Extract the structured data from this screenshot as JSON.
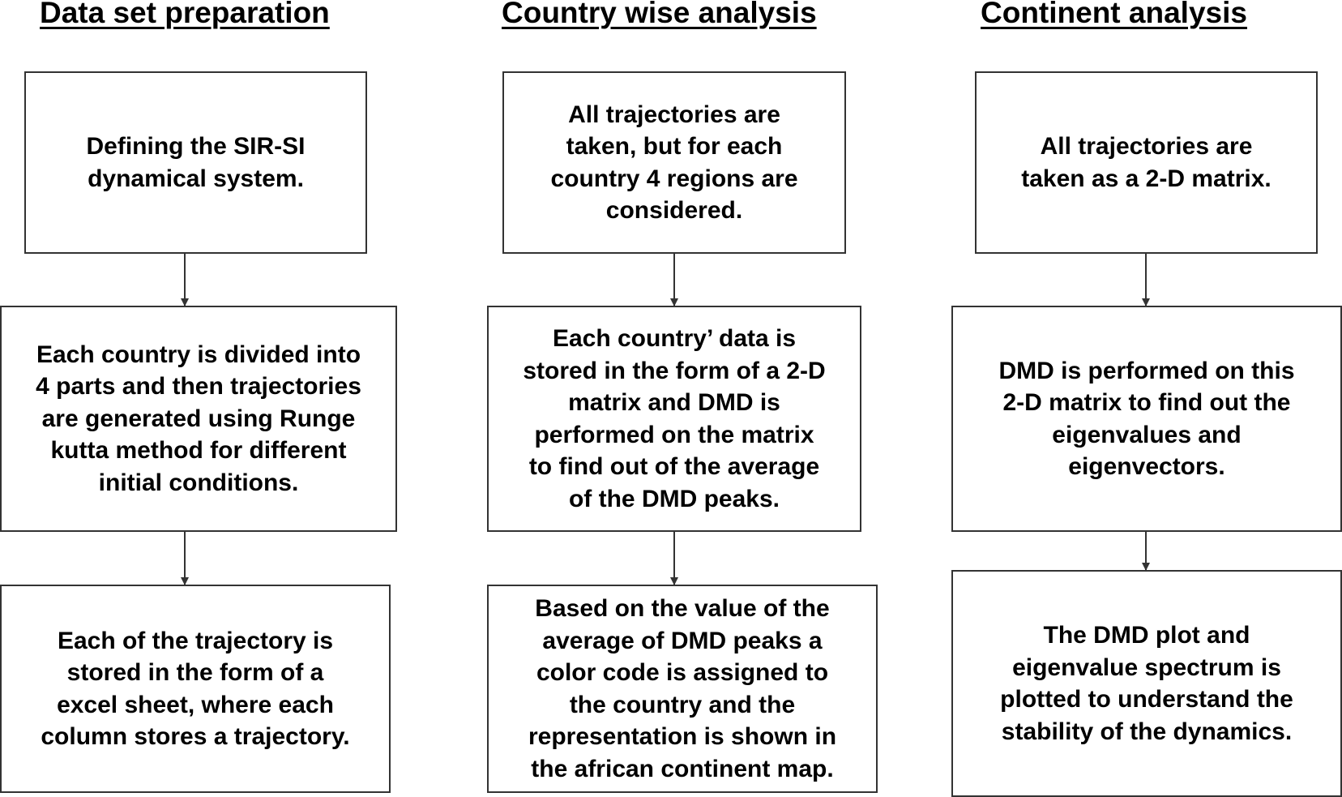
{
  "columns": [
    {
      "heading": "Data set preparation",
      "steps": [
        "Defining the SIR-SI\ndynamical system.",
        "Each country is divided into\n4 parts and then trajectories\nare generated using  Runge\nkutta method for different\ninitial conditions.",
        "Each of the trajectory is\nstored in the form of a\nexcel sheet, where each\ncolumn stores a trajectory."
      ]
    },
    {
      "heading": "Country wise analysis",
      "steps": [
        "All trajectories are\ntaken, but for each\ncountry 4 regions are\nconsidered.",
        "Each country’ data is\nstored in the form of a 2-D\nmatrix and DMD is\nperformed on the matrix\nto find out of the average\nof the DMD peaks.",
        "Based on the value of the\naverage of DMD peaks a\ncolor code is assigned to\nthe country and the\nrepresentation is shown in\nthe african continent map."
      ]
    },
    {
      "heading": "Continent analysis",
      "steps": [
        "All trajectories are\ntaken as a 2-D matrix.",
        "DMD is performed on this\n2-D matrix to find out the\neigenvalues and\neigenvectors.",
        "The DMD plot and\neigenvalue spectrum is\nplotted to understand the\nstability of the dynamics."
      ]
    }
  ],
  "colors": {
    "box_border": "#333333",
    "arrow": "#333333",
    "text": "#000000"
  }
}
